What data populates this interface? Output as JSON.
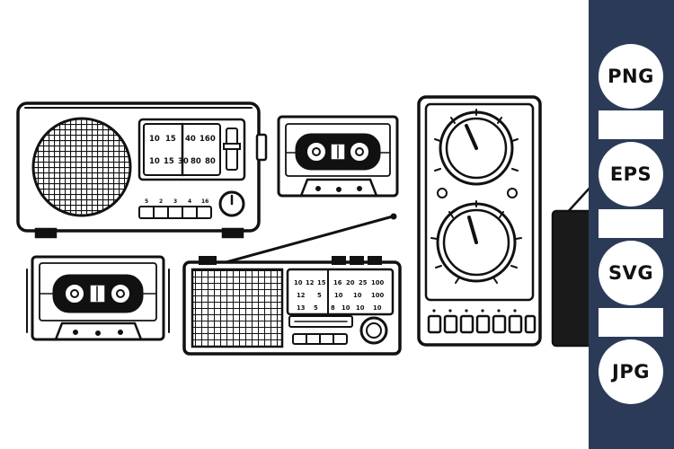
{
  "radio_large": {
    "dial_row1": [
      "10",
      "15",
      "40",
      "160"
    ],
    "dial_row2": [
      "10",
      "15",
      "30",
      "80",
      "80"
    ],
    "preset_numbers": [
      "5",
      "2",
      "3",
      "4",
      "16"
    ]
  },
  "radio_portable": {
    "dial_row1": [
      "10",
      "12",
      "15",
      "16",
      "20",
      "25",
      "100"
    ],
    "dial_row2": [
      "12",
      "5",
      "10",
      "10",
      "100"
    ],
    "dial_row3": [
      "13",
      "5",
      "8",
      "10",
      "10",
      "10"
    ]
  },
  "formats": [
    "PNG",
    "EPS",
    "SVG",
    "JPG"
  ],
  "colors": {
    "sidebar": "#2b3a57",
    "line": "#111111",
    "background": "#ffffff"
  }
}
